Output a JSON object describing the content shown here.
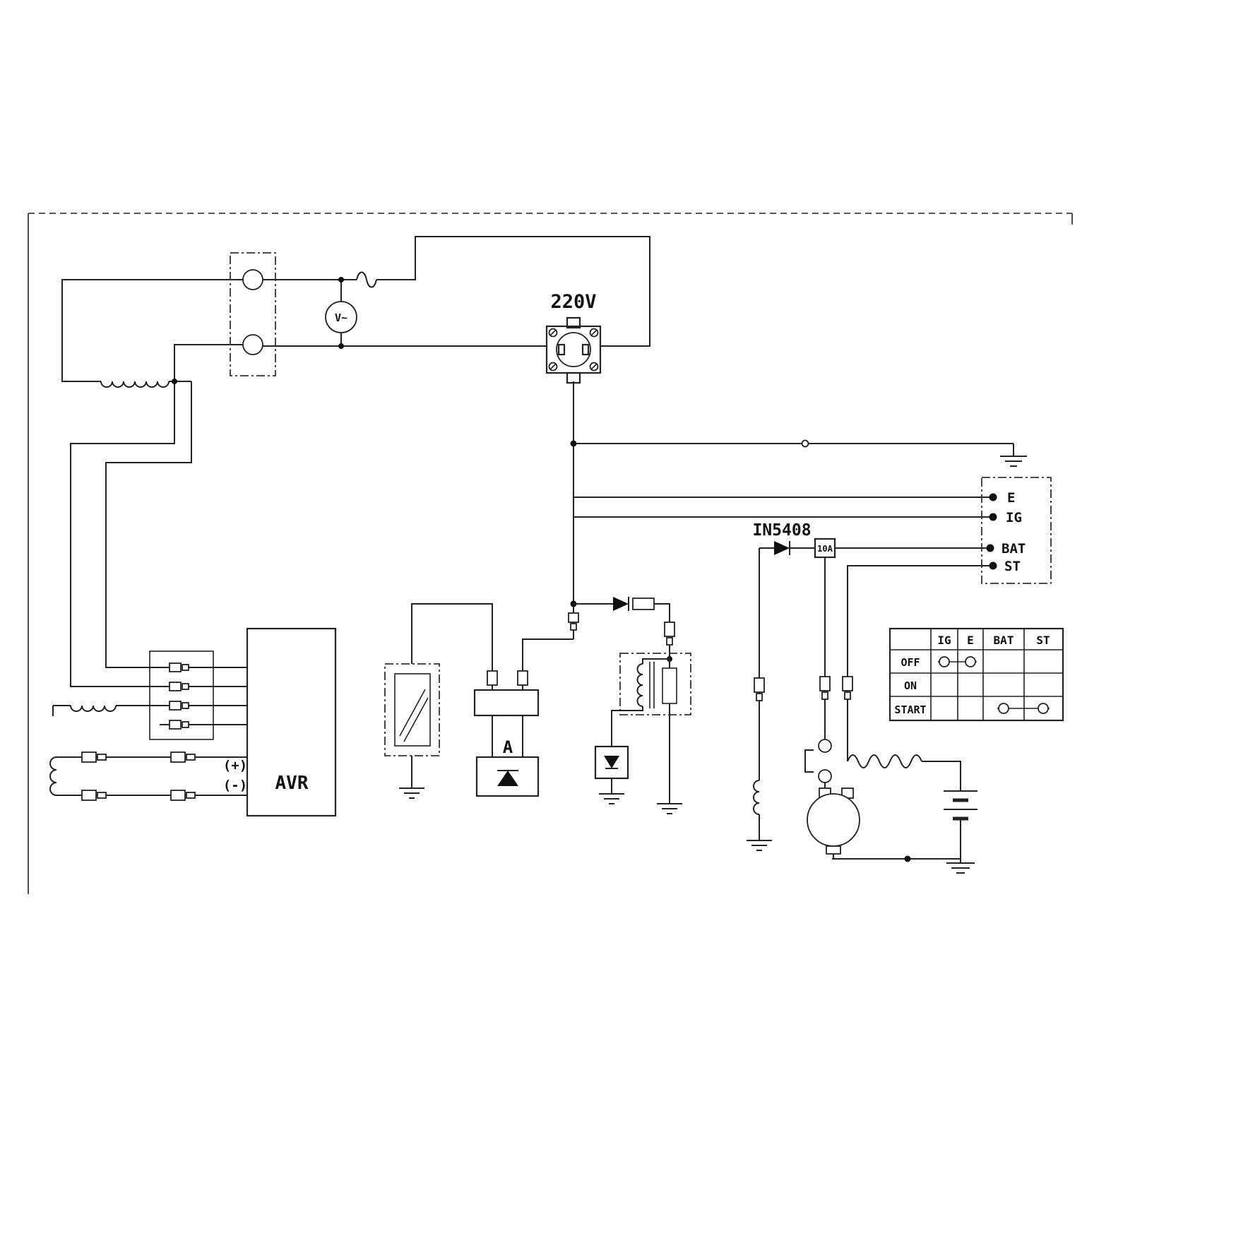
{
  "diagram": {
    "outlet_label": "220V",
    "voltmeter_label": "V~",
    "diode_label": "IN5408",
    "fuse_label": "10A",
    "avr_label": "AVR",
    "avr_plus": "(+)",
    "avr_minus": "(-)",
    "rectifier_label": "A",
    "ignition_switch": {
      "e": "E",
      "ig": "IG",
      "bat": "BAT",
      "st": "ST"
    },
    "switch_table": {
      "columns": [
        "IG",
        "E",
        "BAT",
        "ST"
      ],
      "rows": [
        "OFF",
        "ON",
        "START"
      ],
      "connections": [
        {
          "row": "OFF",
          "between": [
            "IG",
            "E"
          ]
        },
        {
          "row": "START",
          "between": [
            "BAT",
            "ST"
          ]
        }
      ]
    }
  }
}
